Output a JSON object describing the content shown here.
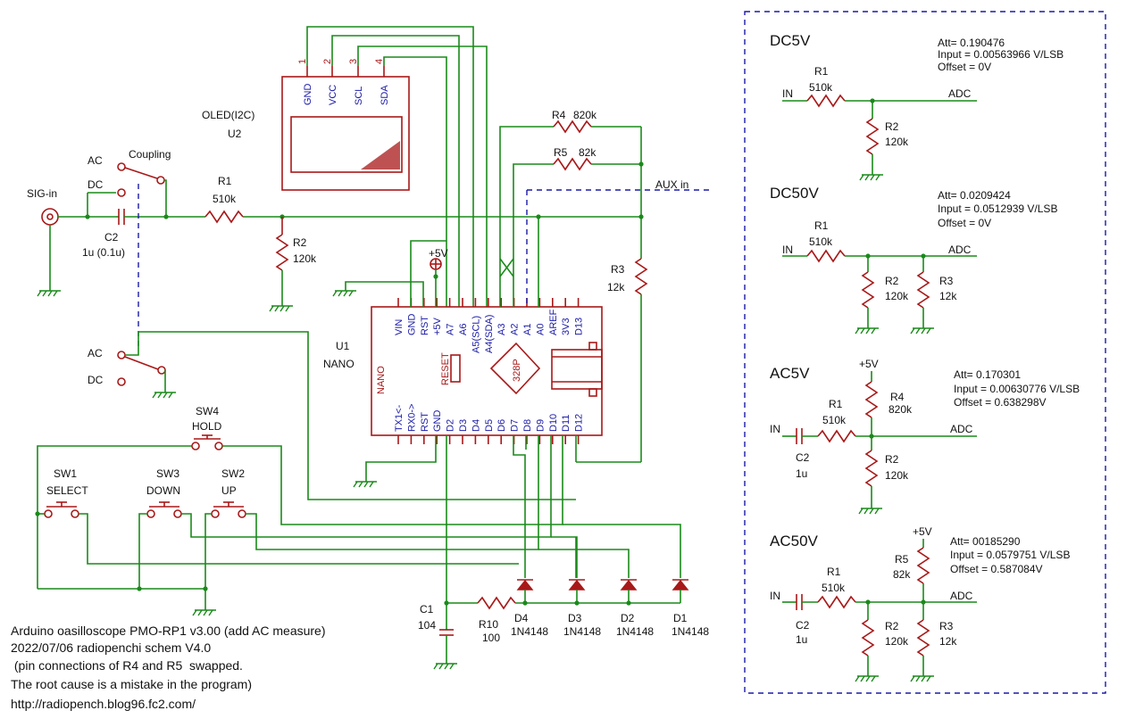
{
  "oled": {
    "label": "OLED(I2C)",
    "ref": "U2",
    "pins": [
      "GND",
      "VCC",
      "SCL",
      "SDA"
    ],
    "pin_nums": [
      "1",
      "2",
      "3",
      "4"
    ]
  },
  "nano": {
    "ref": "U1",
    "name": "NANO",
    "side_label": "NANO",
    "reset": "RESET",
    "chip": "328P",
    "top_pins": [
      "VIN",
      "GND",
      "RST",
      "+5V",
      "A7",
      "A6",
      "A5(SCL)",
      "A4(SDA)",
      "A3",
      "A2",
      "A1",
      "A0",
      "AREF",
      "3V3",
      "D13"
    ],
    "bottom_pins": [
      "TX1<-",
      "RX0->",
      "RST",
      "GND",
      "D2",
      "D3",
      "D4",
      "D5",
      "D6",
      "D7",
      "D8",
      "D9",
      "D10",
      "D11",
      "D12"
    ]
  },
  "input": {
    "sig_in": "SIG-in",
    "coupling": "Coupling",
    "ac": "AC",
    "dc": "DC",
    "c2": "C2",
    "c2_val": "1u (0.1u)",
    "r1": "R1",
    "r1_val": "510k",
    "r2": "R2",
    "r2_val": "120k",
    "r3": "R3",
    "r3_val": "12k",
    "r4": "R4",
    "r4_val": "820k",
    "r5": "R5",
    "r5_val": "82k",
    "aux": "AUX in",
    "plus5v": "+5V",
    "ac2": "AC",
    "dc2": "DC"
  },
  "switches": {
    "sw4": "SW4",
    "sw4_name": "HOLD",
    "sw1": "SW1",
    "sw1_name": "SELECT",
    "sw3": "SW3",
    "sw3_name": "DOWN",
    "sw2": "SW2",
    "sw2_name": "UP"
  },
  "bottom": {
    "c1": "C1",
    "c1_val": "104",
    "r10": "R10",
    "r10_val": "100",
    "d4": "D4",
    "d3": "D3",
    "d2": "D2",
    "d1": "D1",
    "diode_val": "1N4148"
  },
  "notes": [
    "Arduino oasilloscope PMO-RP1 v3.00 (add AC measure)",
    "2022/07/06 radiopenchi schem V4.0",
    " (pin connections of R4 and R5  swapped.",
    "The root cause is a mistake in the program)",
    "http://radiopench.blog96.fc2.com/"
  ],
  "panels": [
    {
      "title": "DC5V",
      "att": "Att= 0.190476",
      "input": "Input = 0.00563966 V/LSB",
      "offset": "Offset = 0V",
      "in": "IN",
      "adc": "ADC",
      "r1": "R1",
      "r1_val": "510k",
      "r2": "R2",
      "r2_val": "120k"
    },
    {
      "title": "DC50V",
      "att": "Att= 0.0209424",
      "input": "Input = 0.0512939 V/LSB",
      "offset": "Offset = 0V",
      "in": "IN",
      "adc": "ADC",
      "r1": "R1",
      "r1_val": "510k",
      "r2": "R2",
      "r2_val": "120k",
      "r3": "R3",
      "r3_val": "12k"
    },
    {
      "title": "AC5V",
      "att": "Att= 0.170301",
      "input": "Input = 0.00630776 V/LSB",
      "offset": "Offset = 0.638298V",
      "in": "IN",
      "adc": "ADC",
      "plus5v": "+5V",
      "c2": "C2",
      "c2_val": "1u",
      "r1": "R1",
      "r1_val": "510k",
      "r4": "R4",
      "r4_val": "820k",
      "r2": "R2",
      "r2_val": "120k"
    },
    {
      "title": "AC50V",
      "att": "Att= 00185290",
      "input": "Input = 0.0579751 V/LSB",
      "offset": "Offset = 0.587084V",
      "in": "IN",
      "adc": "ADC",
      "plus5v": "+5V",
      "c2": "C2",
      "c2_val": "1u",
      "r1": "R1",
      "r1_val": "510k",
      "r5": "R5",
      "r5_val": "82k",
      "r2": "R2",
      "r2_val": "120k",
      "r3": "R3",
      "r3_val": "12k"
    }
  ]
}
